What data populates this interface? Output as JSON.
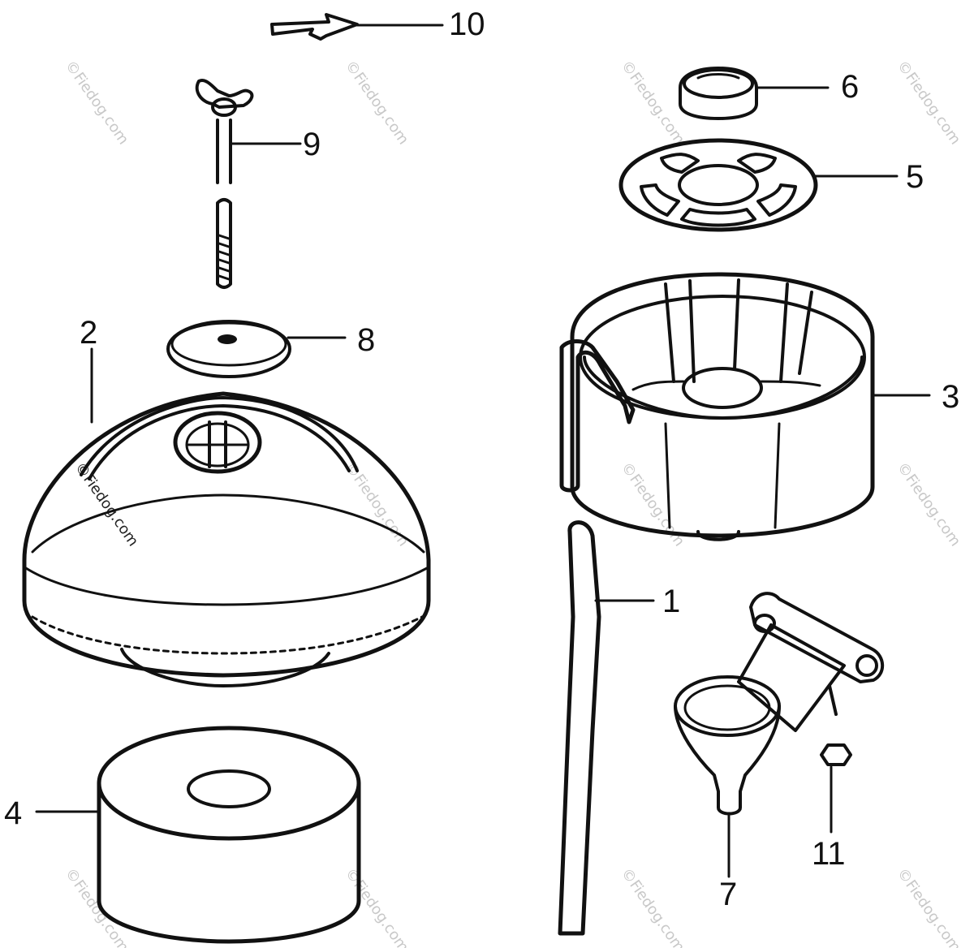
{
  "callouts": {
    "p1": "1",
    "p2": "2",
    "p3": "3",
    "p4": "4",
    "p5": "5",
    "p6": "6",
    "p7": "7",
    "p8": "8",
    "p9": "9",
    "p10": "10",
    "p11": "11"
  },
  "watermark": "©Fiedog.com",
  "colors": {
    "ink": "#111111",
    "background": "#ffffff",
    "watermark": "#c8c8c8"
  }
}
